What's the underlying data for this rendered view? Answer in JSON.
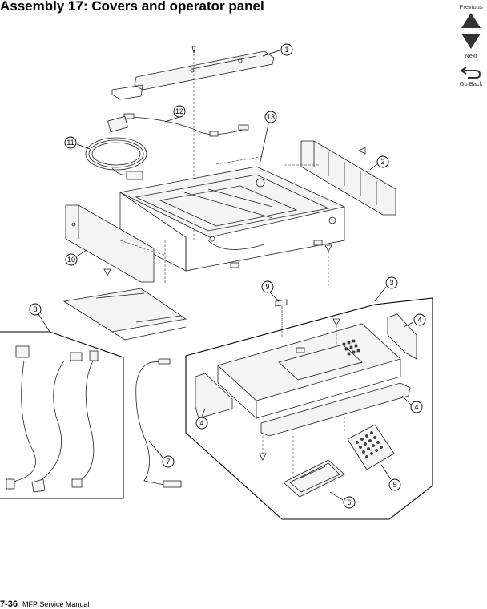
{
  "header": {
    "title": "Assembly 17:  Covers and operator panel"
  },
  "nav": {
    "previous": "Previous",
    "next": "Next",
    "go_back": "Go Back"
  },
  "footer": {
    "page_number": "7-36",
    "manual": "MFP Service Manual"
  },
  "callouts": [
    "1",
    "2",
    "3",
    "4",
    "4",
    "4",
    "5",
    "6",
    "7",
    "8",
    "9",
    "10",
    "11",
    "12",
    "13"
  ]
}
